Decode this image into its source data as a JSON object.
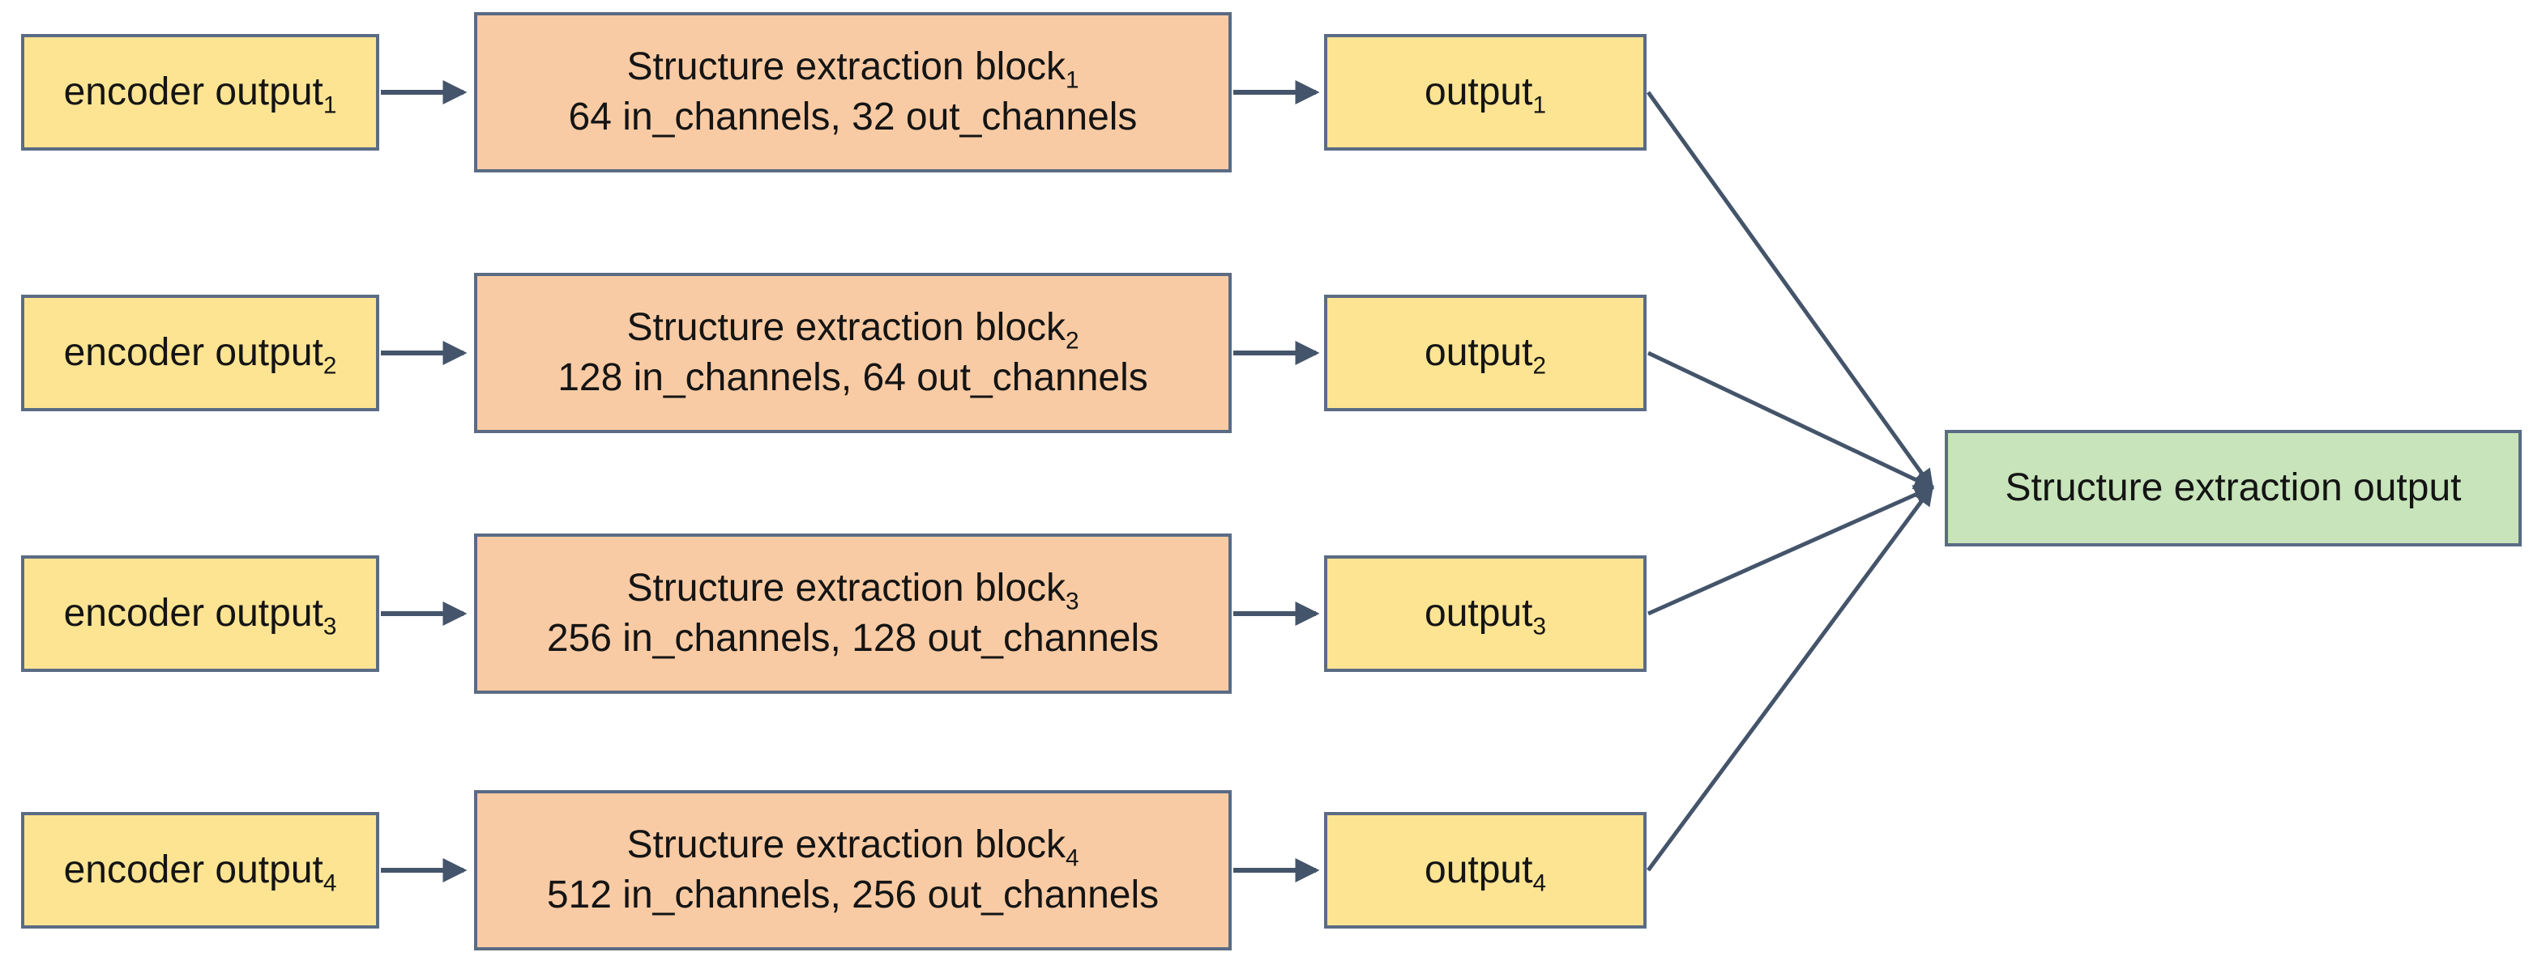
{
  "diagram": {
    "colors": {
      "encoder_box_fill": "#fde493",
      "block_box_fill": "#f9cba4",
      "output_box_fill": "#fde493",
      "final_box_fill": "#c7e4ba",
      "box_border": "#5a6b84",
      "connector": "#44546a",
      "text": "#141414"
    },
    "rows": [
      {
        "encoder": {
          "base": "encoder output",
          "sub": "1"
        },
        "block": {
          "title_base": "Structure extraction block",
          "title_sub": "1",
          "channels": "64 in_channels, 32 out_channels"
        },
        "output": {
          "base": "output",
          "sub": "1"
        }
      },
      {
        "encoder": {
          "base": "encoder output",
          "sub": "2"
        },
        "block": {
          "title_base": "Structure extraction block",
          "title_sub": "2",
          "channels": "128 in_channels, 64 out_channels"
        },
        "output": {
          "base": "output",
          "sub": "2"
        }
      },
      {
        "encoder": {
          "base": "encoder output",
          "sub": "3"
        },
        "block": {
          "title_base": "Structure extraction block",
          "title_sub": "3",
          "channels": "256 in_channels, 128 out_channels"
        },
        "output": {
          "base": "output",
          "sub": "3"
        }
      },
      {
        "encoder": {
          "base": "encoder output",
          "sub": "4"
        },
        "block": {
          "title_base": "Structure extraction block",
          "title_sub": "4",
          "channels": "512 in_channels, 256 out_channels"
        },
        "output": {
          "base": "output",
          "sub": "4"
        }
      }
    ],
    "final": {
      "label": "Structure extraction output"
    }
  }
}
